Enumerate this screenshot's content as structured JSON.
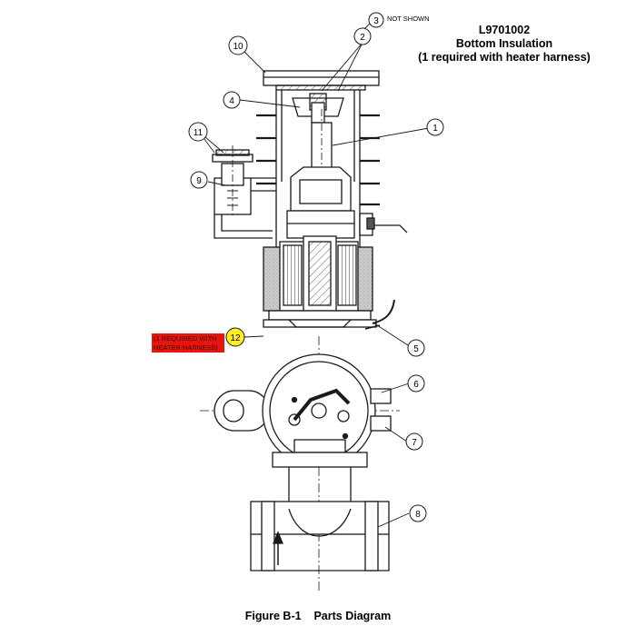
{
  "title": {
    "part_number": "L9701002",
    "part_name": "Bottom Insulation",
    "note": "(1 required with heater harness)"
  },
  "not_shown_label": "NOT SHOWN",
  "highlight_note": {
    "line1": "(1 REQUIRED WITH",
    "line2": "HEATER HARNESS)"
  },
  "callouts": [
    {
      "id": "c1",
      "label": "1"
    },
    {
      "id": "c2",
      "label": "2"
    },
    {
      "id": "c3",
      "label": "3"
    },
    {
      "id": "c4",
      "label": "4"
    },
    {
      "id": "c5",
      "label": "5"
    },
    {
      "id": "c6",
      "label": "6"
    },
    {
      "id": "c7",
      "label": "7"
    },
    {
      "id": "c8",
      "label": "8"
    },
    {
      "id": "c9",
      "label": "9"
    },
    {
      "id": "c10",
      "label": "10"
    },
    {
      "id": "c11",
      "label": "11"
    },
    {
      "id": "c12",
      "label": "12"
    }
  ],
  "caption": "Figure B-1    Parts Diagram",
  "colors": {
    "line": "#1a1a1a",
    "highlight_fill": "#e8150f",
    "callout_12_fill": "#ffee22"
  }
}
